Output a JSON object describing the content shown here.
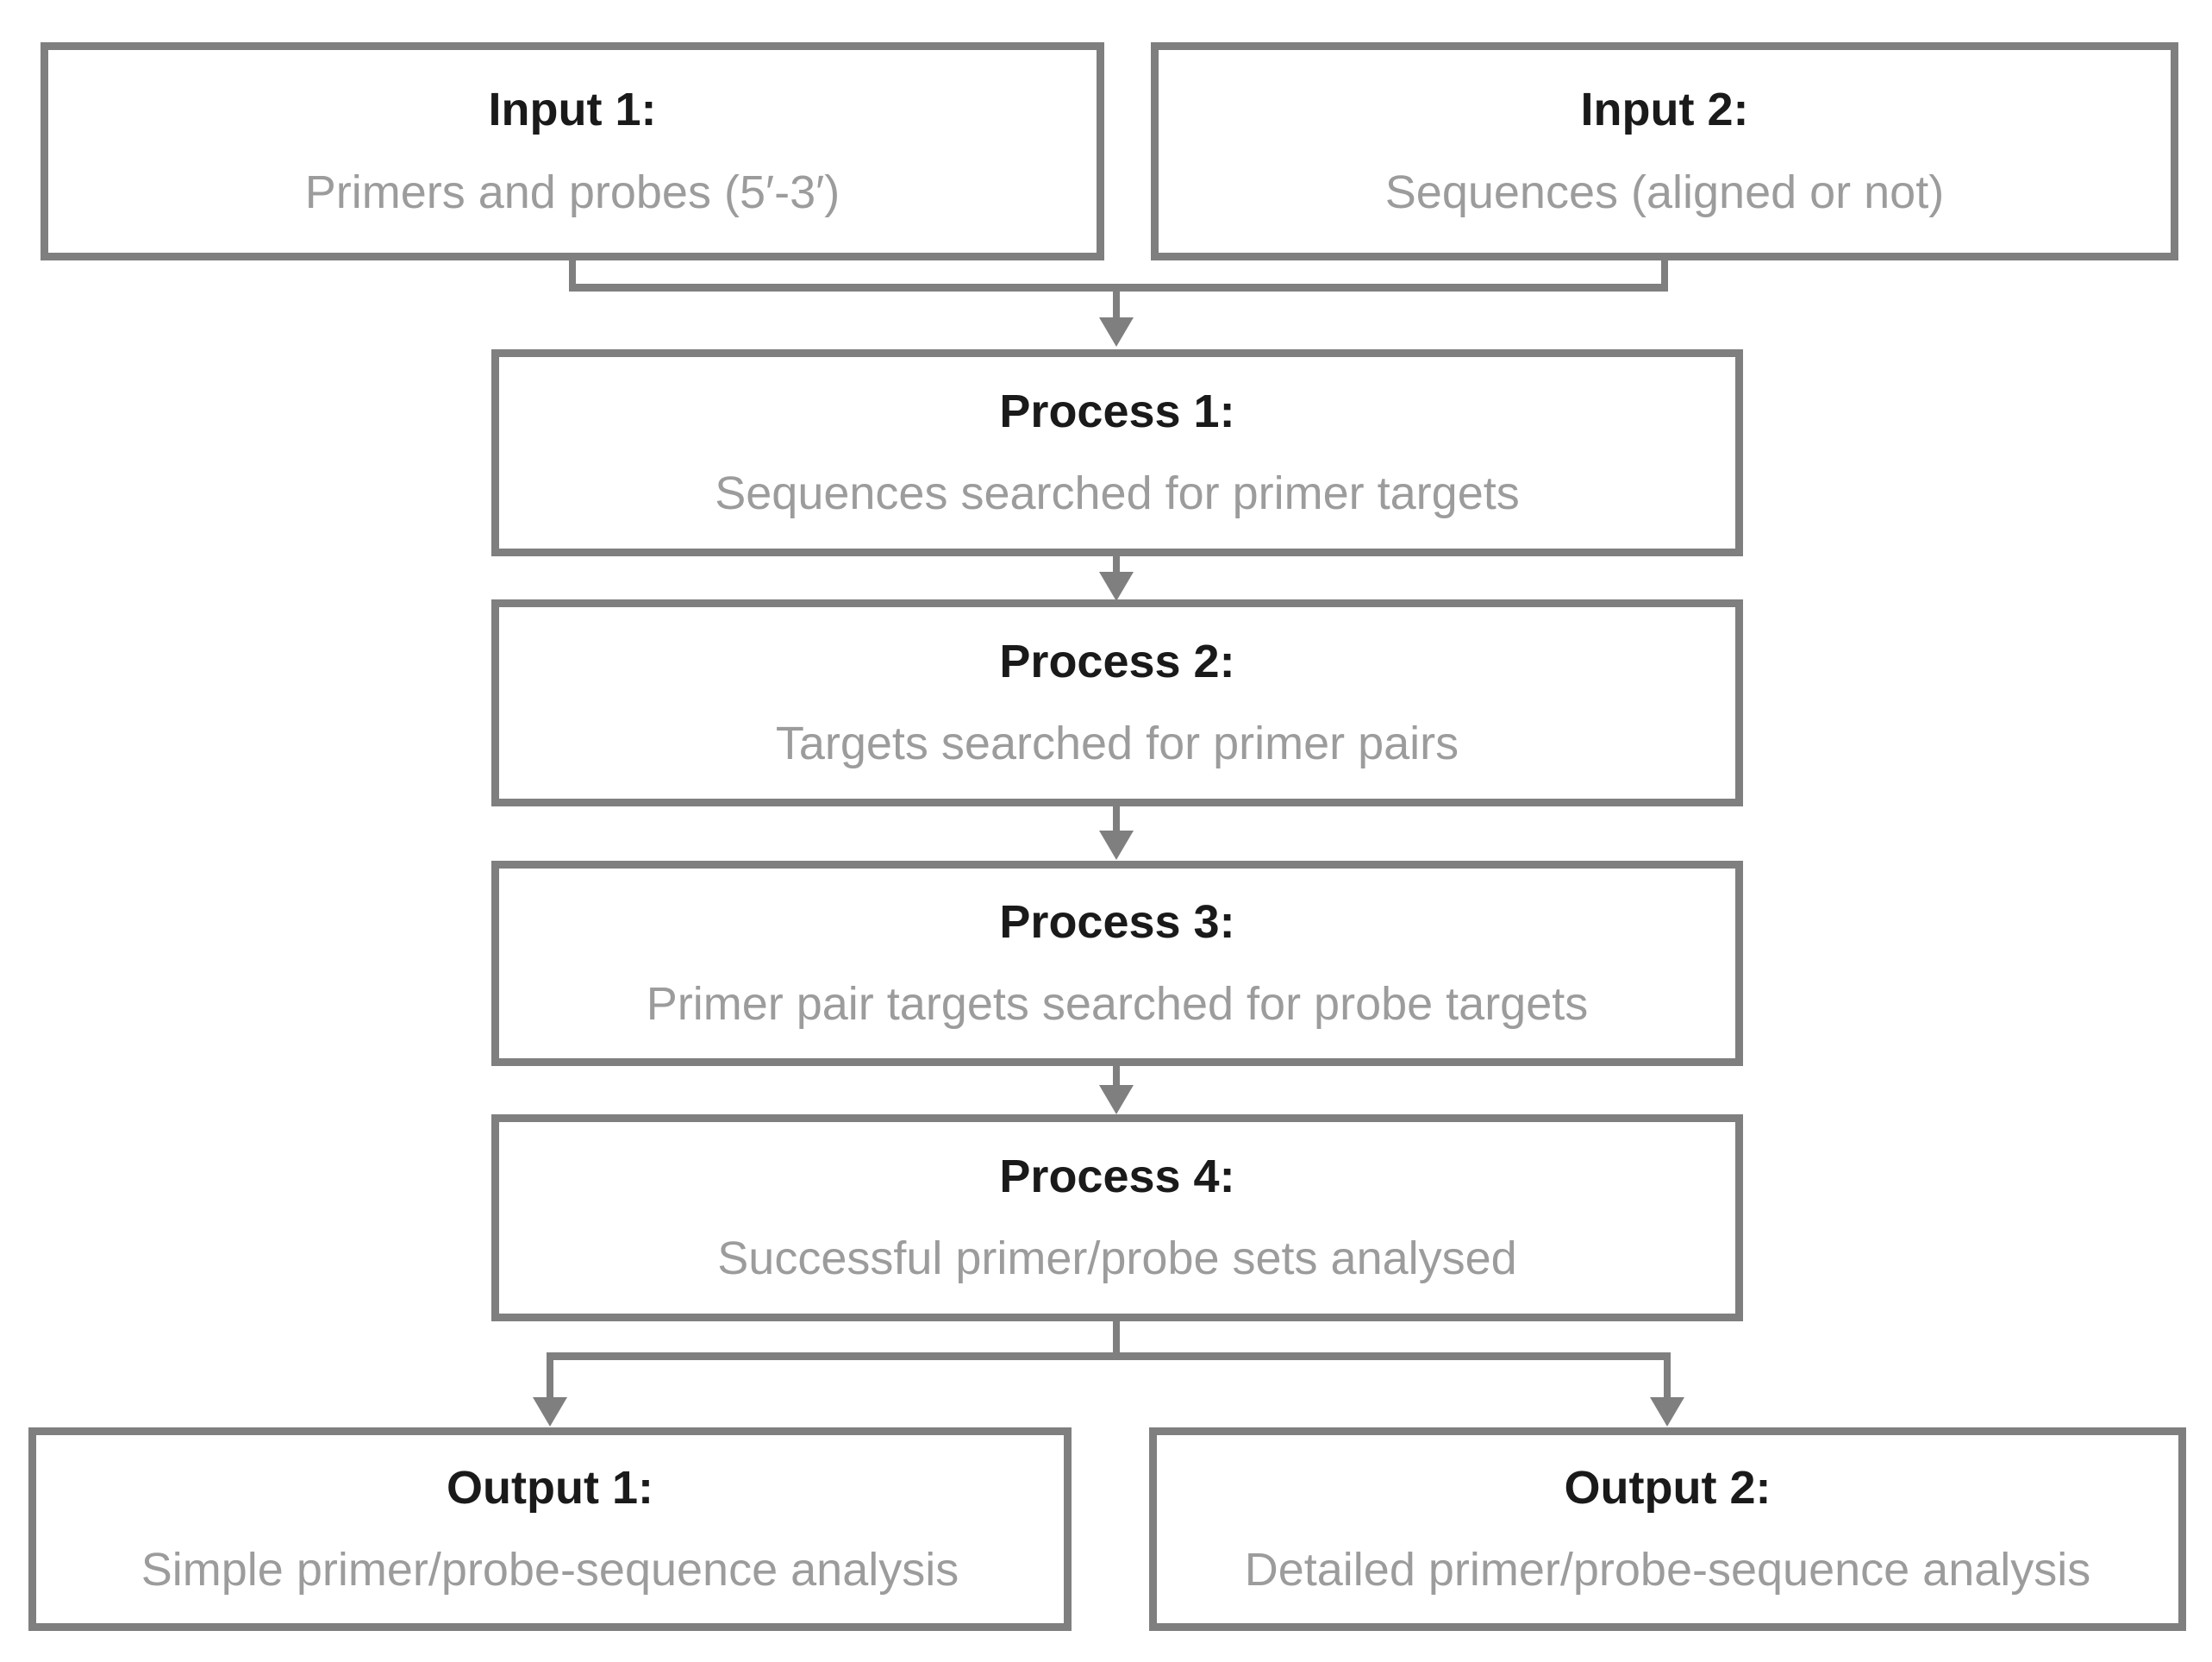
{
  "diagram": {
    "title": "Primer/probe analysis workflow flowchart",
    "colors": {
      "line": "#7f7f7f",
      "heading": "#1a1a1a",
      "subtitle": "#9c9c9c",
      "bg": "#ffffff"
    },
    "nodes": [
      {
        "id": "input1",
        "heading": "Input 1:",
        "subtitle": "Primers and probes (5′-3′)"
      },
      {
        "id": "input2",
        "heading": "Input 2:",
        "subtitle": "Sequences (aligned or not)"
      },
      {
        "id": "process1",
        "heading": "Process 1:",
        "subtitle": "Sequences searched for primer targets"
      },
      {
        "id": "process2",
        "heading": "Process 2:",
        "subtitle": "Targets searched for primer pairs"
      },
      {
        "id": "process3",
        "heading": "Process 3:",
        "subtitle": "Primer pair targets searched for probe targets"
      },
      {
        "id": "process4",
        "heading": "Process 4:",
        "subtitle": "Successful primer/probe sets analysed"
      },
      {
        "id": "output1",
        "heading": "Output 1:",
        "subtitle": "Simple primer/probe-sequence analysis"
      },
      {
        "id": "output2",
        "heading": "Output 2:",
        "subtitle": "Detailed primer/probe-sequence analysis"
      }
    ],
    "edges": [
      {
        "from": "input1",
        "to": "process1",
        "via": "merge-bracket"
      },
      {
        "from": "input2",
        "to": "process1",
        "via": "merge-bracket"
      },
      {
        "from": "process1",
        "to": "process2",
        "via": "arrow"
      },
      {
        "from": "process2",
        "to": "process3",
        "via": "arrow"
      },
      {
        "from": "process3",
        "to": "process4",
        "via": "arrow"
      },
      {
        "from": "process4",
        "to": "output1",
        "via": "split-bracket"
      },
      {
        "from": "process4",
        "to": "output2",
        "via": "split-bracket"
      }
    ]
  }
}
